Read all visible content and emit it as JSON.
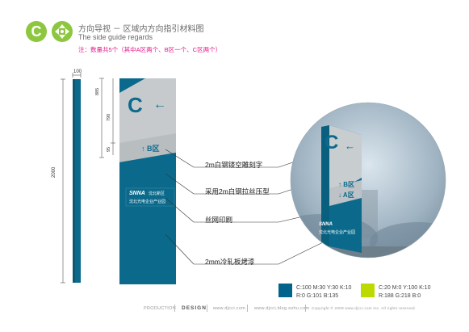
{
  "header": {
    "title_cn": "方向导视 － 区域内方向指引材料图",
    "title_en": "The side guide regards",
    "note": "注：数量共5个（其中A区两个、B区一个、C区两个）"
  },
  "dimensions": {
    "width_side": "100",
    "height_total": "2000",
    "h_top": "885",
    "h_mid": "790",
    "h_gap": "95"
  },
  "sign": {
    "big_letter": "C",
    "big_arrow": "←",
    "row_b": "↑ B区",
    "row_a": "↓ A区",
    "brand_logo": "SNNA",
    "brand_line1": "沈北新区",
    "brand_line2": "沈北光电企业产业园"
  },
  "annotations": [
    "2m白钢镂空雕刻字",
    "采用2m白钢拉丝压型",
    "丝网印刷",
    "2mm冷轧板烤漆"
  ],
  "swatches": [
    {
      "color": "#00648b",
      "line1": "C:100 M:30 Y:30 K:10",
      "line2": "R:0  G:101  B:135"
    },
    {
      "color": "#bcda00",
      "line1": "C:20 M:0 Y:100 K:10",
      "line2": "R:188  G:218  B:0"
    }
  ],
  "footer": {
    "production": "PRODUCTION",
    "design": "DESIGN",
    "site": "www.djcci.com",
    "blog": "www.djcci.blog.sohu.com",
    "copyright": "Copyright © 2009 www.djcci.com Inc. All rights reserved."
  }
}
